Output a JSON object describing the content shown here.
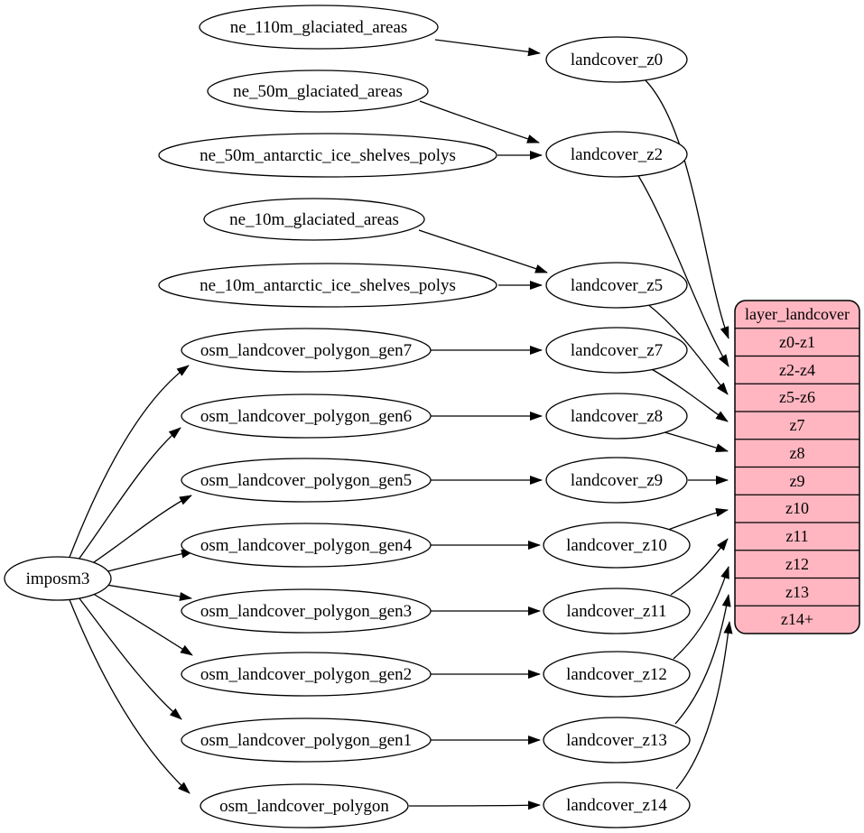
{
  "colors": {
    "background": "#ffffff",
    "node_fill": "#ffffff",
    "node_stroke": "#000000",
    "edge_color": "#000000",
    "record_fill": "#ffb6c1",
    "text_color": "#000000"
  },
  "nodes": {
    "imposm3": "imposm3",
    "ne_110m_glaciated_areas": "ne_110m_glaciated_areas",
    "ne_50m_glaciated_areas": "ne_50m_glaciated_areas",
    "ne_50m_antarctic_ice_shelves_polys": "ne_50m_antarctic_ice_shelves_polys",
    "ne_10m_glaciated_areas": "ne_10m_glaciated_areas",
    "ne_10m_antarctic_ice_shelves_polys": "ne_10m_antarctic_ice_shelves_polys",
    "osm_landcover_polygon_gen7": "osm_landcover_polygon_gen7",
    "osm_landcover_polygon_gen6": "osm_landcover_polygon_gen6",
    "osm_landcover_polygon_gen5": "osm_landcover_polygon_gen5",
    "osm_landcover_polygon_gen4": "osm_landcover_polygon_gen4",
    "osm_landcover_polygon_gen3": "osm_landcover_polygon_gen3",
    "osm_landcover_polygon_gen2": "osm_landcover_polygon_gen2",
    "osm_landcover_polygon_gen1": "osm_landcover_polygon_gen1",
    "osm_landcover_polygon": "osm_landcover_polygon",
    "landcover_z0": "landcover_z0",
    "landcover_z2": "landcover_z2",
    "landcover_z5": "landcover_z5",
    "landcover_z7": "landcover_z7",
    "landcover_z8": "landcover_z8",
    "landcover_z9": "landcover_z9",
    "landcover_z10": "landcover_z10",
    "landcover_z11": "landcover_z11",
    "landcover_z12": "landcover_z12",
    "landcover_z13": "landcover_z13",
    "landcover_z14": "landcover_z14"
  },
  "record": {
    "title": "layer_landcover",
    "rows": [
      "z0-z1",
      "z2-z4",
      "z5-z6",
      "z7",
      "z8",
      "z9",
      "z10",
      "z11",
      "z12",
      "z13",
      "z14+"
    ]
  },
  "edges": [
    {
      "from": "ne_110m_glaciated_areas",
      "to": "landcover_z0"
    },
    {
      "from": "ne_50m_glaciated_areas",
      "to": "landcover_z2"
    },
    {
      "from": "ne_50m_antarctic_ice_shelves_polys",
      "to": "landcover_z2"
    },
    {
      "from": "ne_10m_glaciated_areas",
      "to": "landcover_z5"
    },
    {
      "from": "ne_10m_antarctic_ice_shelves_polys",
      "to": "landcover_z5"
    },
    {
      "from": "imposm3",
      "to": "osm_landcover_polygon_gen7"
    },
    {
      "from": "imposm3",
      "to": "osm_landcover_polygon_gen6"
    },
    {
      "from": "imposm3",
      "to": "osm_landcover_polygon_gen5"
    },
    {
      "from": "imposm3",
      "to": "osm_landcover_polygon_gen4"
    },
    {
      "from": "imposm3",
      "to": "osm_landcover_polygon_gen3"
    },
    {
      "from": "imposm3",
      "to": "osm_landcover_polygon_gen2"
    },
    {
      "from": "imposm3",
      "to": "osm_landcover_polygon_gen1"
    },
    {
      "from": "imposm3",
      "to": "osm_landcover_polygon"
    },
    {
      "from": "osm_landcover_polygon_gen7",
      "to": "landcover_z7"
    },
    {
      "from": "osm_landcover_polygon_gen6",
      "to": "landcover_z8"
    },
    {
      "from": "osm_landcover_polygon_gen5",
      "to": "landcover_z9"
    },
    {
      "from": "osm_landcover_polygon_gen4",
      "to": "landcover_z10"
    },
    {
      "from": "osm_landcover_polygon_gen3",
      "to": "landcover_z11"
    },
    {
      "from": "osm_landcover_polygon_gen2",
      "to": "landcover_z12"
    },
    {
      "from": "osm_landcover_polygon_gen1",
      "to": "landcover_z13"
    },
    {
      "from": "osm_landcover_polygon",
      "to": "landcover_z14"
    },
    {
      "from": "landcover_z0",
      "to": "layer_landcover.z0-z1"
    },
    {
      "from": "landcover_z2",
      "to": "layer_landcover.z2-z4"
    },
    {
      "from": "landcover_z5",
      "to": "layer_landcover.z5-z6"
    },
    {
      "from": "landcover_z7",
      "to": "layer_landcover.z7"
    },
    {
      "from": "landcover_z8",
      "to": "layer_landcover.z8"
    },
    {
      "from": "landcover_z9",
      "to": "layer_landcover.z9"
    },
    {
      "from": "landcover_z10",
      "to": "layer_landcover.z10"
    },
    {
      "from": "landcover_z11",
      "to": "layer_landcover.z11"
    },
    {
      "from": "landcover_z12",
      "to": "layer_landcover.z12"
    },
    {
      "from": "landcover_z13",
      "to": "layer_landcover.z13"
    },
    {
      "from": "landcover_z14",
      "to": "layer_landcover.z14+"
    }
  ]
}
